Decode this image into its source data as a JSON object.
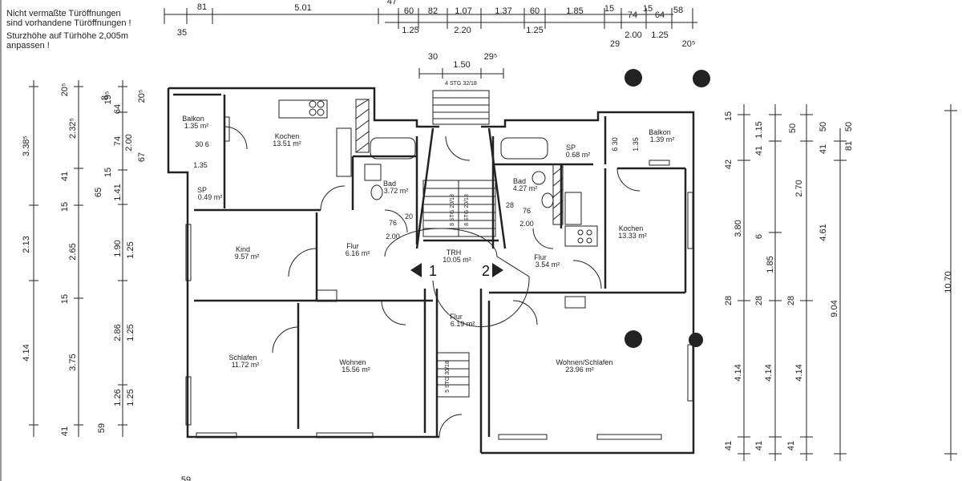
{
  "notes": {
    "line1": "Nicht vermaßte Türöffnungen",
    "line2": "sind vorhandene Türöffnungen !",
    "line3": "Sturzhöhe auf Türhöhe 2,005m",
    "line4": "anpassen !"
  },
  "top_dims_row1": [
    "81",
    "5.01",
    "47",
    "60",
    "82",
    "1.07",
    "1.37",
    "60",
    "1.85",
    "15",
    "74",
    "15",
    "64",
    "58"
  ],
  "top_dims_row2": [
    "35",
    "1.25",
    "2.20",
    "1.25",
    "29",
    "2.00",
    "1.25",
    "20⁵"
  ],
  "stair_dims": {
    "a": "30",
    "b": "1.50",
    "c": "29⁵",
    "label": "4 STG 32/18"
  },
  "left_dims": {
    "col1": [
      "3.38⁵",
      "2.13",
      "4.14"
    ],
    "col2": [
      "20⁵",
      "2.32⁵",
      "41",
      "15",
      "2.65",
      "15",
      "3.75",
      "41"
    ],
    "col3": [
      "8",
      "74",
      "65",
      "1.41",
      "1.90",
      "2.86",
      "1.26",
      "59"
    ],
    "col4": [
      "19⁵",
      "64",
      "2.00",
      "15",
      "1.25",
      "1.25",
      "1.25"
    ],
    "col5": [
      "20⁵",
      "67"
    ]
  },
  "right_dims": {
    "col1": [
      "15",
      "42",
      "3.80",
      "28",
      "4.14",
      "41"
    ],
    "col2": [
      "1.15",
      "41",
      "6",
      "1.85",
      "28",
      "4.14",
      "41"
    ],
    "col3": [
      "50",
      "2.70",
      "28",
      "4.14",
      "41"
    ],
    "col4": [
      "50",
      "41",
      "4.61",
      "9.04"
    ],
    "col5": [
      "50",
      "81"
    ],
    "total": "10.70"
  },
  "bottom_dim": "59",
  "rooms": {
    "balkon_l": {
      "name": "Balkon",
      "area": "1.35 m²"
    },
    "kochen_l": {
      "name": "Kochen",
      "area": "13.51 m²"
    },
    "sp_l": {
      "name": "SP",
      "area": "0.49 m²"
    },
    "bad_l": {
      "name": "Bad",
      "area": "3.72 m²"
    },
    "kind": {
      "name": "Kind",
      "area": "9.57 m²"
    },
    "flur_l": {
      "name": "Flur",
      "area": "6.16 m²"
    },
    "trh": {
      "name": "TRH",
      "area": "10.05 m²"
    },
    "schlafen": {
      "name": "Schlafen",
      "area": "11.72 m²"
    },
    "wohnen": {
      "name": "Wohnen",
      "area": "15.56 m²"
    },
    "flur_c": {
      "name": "Flur",
      "area": "6.19 m²"
    },
    "balkon_r": {
      "name": "Balkon",
      "area": "1.39 m²"
    },
    "sp_r": {
      "name": "SP",
      "area": "0.68 m²"
    },
    "bad_r": {
      "name": "Bad",
      "area": "4.27 m²"
    },
    "kochen_r": {
      "name": "Kochen",
      "area": "13.33 m²"
    },
    "flur_r": {
      "name": "Flur",
      "area": "3.54 m²"
    },
    "wohnen_schlafen": {
      "name": "Wohnen/Schlafen",
      "area": "23.96 m²"
    }
  },
  "inner_dims": {
    "balkon_door_l": "30 6",
    "balkon_door_l2": "1.35",
    "bad_door_l_a": "76",
    "bad_door_l_b": "20",
    "bad_door_l_c": "2.00",
    "bad_door_r_a": "28",
    "bad_door_r_b": "76",
    "bad_door_r_c": "2.00",
    "balkon_door_r_a": "6 30",
    "balkon_door_r_b": "1.35"
  },
  "stairs": {
    "s1": "8 STG 20/18",
    "s2": "8 STG 20/18",
    "s3": "5 STG 30/18"
  },
  "apartments": {
    "a1": "1",
    "a2": "2"
  }
}
